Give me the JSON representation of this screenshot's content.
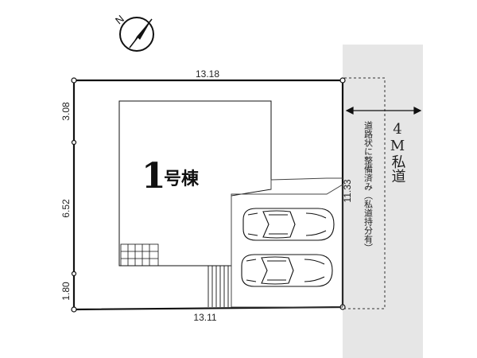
{
  "north": {
    "label": "N"
  },
  "building": {
    "number": "1",
    "suffix": "号棟"
  },
  "dimensions": {
    "top": "13.18",
    "bottom": "13.11",
    "left_top": "3.08",
    "left_middle": "6.52",
    "left_bottom": "1.80",
    "right": "11.33"
  },
  "road": {
    "width_label": "4M私道",
    "note": "道路状に整備済み（私道持分有）"
  },
  "parking": {
    "car_count": 2
  }
}
